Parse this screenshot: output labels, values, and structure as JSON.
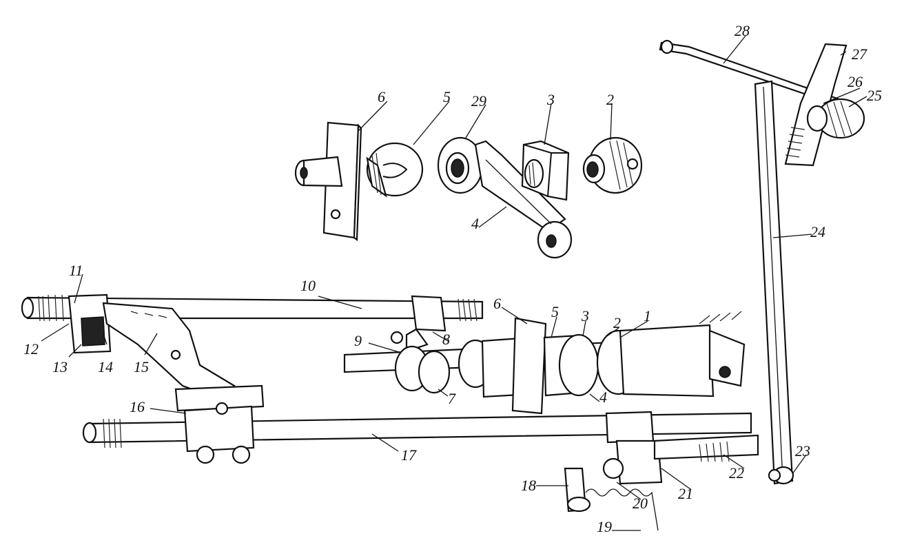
{
  "diagram": {
    "labels": {
      "l1": "1",
      "l2a": "2",
      "l2b": "2",
      "l3a": "3",
      "l3b": "3",
      "l4a": "4",
      "l4b": "4",
      "l5a": "5",
      "l5b": "5",
      "l6a": "6",
      "l6b": "6",
      "l7": "7",
      "l8": "8",
      "l9": "9",
      "l10": "10",
      "l11": "11",
      "l12": "12",
      "l13": "13",
      "l14": "14",
      "l15": "15",
      "l16": "16",
      "l17": "17",
      "l18": "18",
      "l19": "19",
      "l20": "20",
      "l21": "21",
      "l22": "22",
      "l23": "23",
      "l24": "24",
      "l25": "25",
      "l26": "26",
      "l27": "27",
      "l28": "28",
      "l29": "29"
    },
    "colors": {
      "ink": "#111111",
      "paper": "#ffffff"
    }
  }
}
